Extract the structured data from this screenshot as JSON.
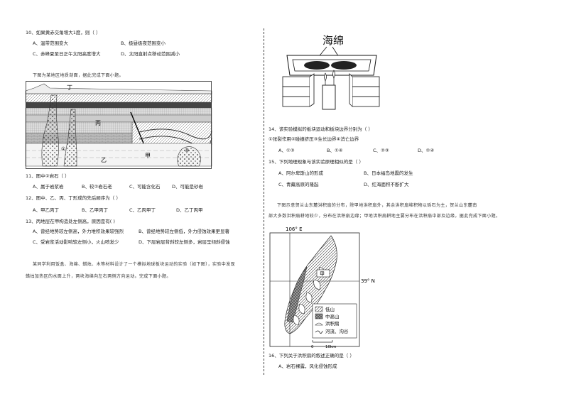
{
  "q10": {
    "stem": "10、如果黄赤交角增大1度，则（    ）",
    "options": {
      "A": "A、温带范围变大",
      "B": "B、极昼极夜范围变小",
      "C": "C、赤峰夏至日正午太阳高度增大",
      "D": "D、太阳直射点移动范围减小"
    }
  },
  "intro_section_1": "下图为某地区地质剖面，据此完成下面小题。",
  "geo_section_labels": {
    "ding": "丁",
    "bing": "丙",
    "yi": "乙",
    "jia": "甲",
    "m1": "①",
    "m2": "②"
  },
  "q11": {
    "stem": "11、图中②岩石（    ）",
    "options": {
      "A": "A、属于岩浆岩",
      "B": "B、较②岩石老",
      "C": "C、可能含化石",
      "D": "D、可能是砂岩"
    }
  },
  "q12": {
    "stem": "12、图中、乙、丙、丁形成的先后顺序为（    ）",
    "options": {
      "A": "A、甲乙丙丁",
      "B": "B、乙甲丙丁",
      "C": "C、乙丙甲丁",
      "D": "D、乙丁丙甲"
    }
  },
  "q13": {
    "stem": "13、丙地层在甲构造处左侧高，原因是有(    )",
    "options": {
      "A": "A、曾经地势较左侧高，外力堆积效果较强烈",
      "B": "B、曾经地势较左侧低，外力侵蚀效果更显著",
      "C": "C、受岩浆活动影响较左侧小，火山喷发少",
      "D": "D、下层岩层背斜较左侧多，岩层呈倾斜侵蚀"
    }
  },
  "intro_section_2": {
    "line1": "某同学利用饭盒、海绵、蜡烛、木等材料设计了一个模拟地球板块运动的实验（如下图），实验中发现",
    "line2": "蜡烛加热区的水面上升，两块海绵向左右两侧方向运动。完成下面小题。"
  },
  "experiment_label": "海绵",
  "q14": {
    "stem": "14、该实验模拟的板块运动和板块边界分别为（    ）",
    "choices": "①张裂作用②碰撞挤压③生长边界④消亡边界",
    "options": {
      "A": "A、①③",
      "B": "B、①④",
      "C": "C、②③",
      "D": "D、②④"
    }
  },
  "q15": {
    "stem": "15、下列地理现象与该实验原理相似的是（    ）",
    "options": {
      "A": "A、阿尔卑斯山的形成",
      "B": "B、日本福岛地震的发生",
      "C": "C、青藏高原的隆起",
      "D": "D、红海面积不断扩大"
    }
  },
  "intro_section_3": {
    "line1": "下图示意贺兰山东麓洪积扇的分布，除甲地洪积扇外，其余洪积扇堆积物以砾石为主，贺兰山东麓南",
    "line2": "部大多数洪积扇耕地较少，分布在洪积扇边缘；甲地洪积扇耕地主要分布在洪积扇中部及边缘，据此完成下面小题。"
  },
  "map_labels": {
    "lon": "106° E",
    "lat": "39° N",
    "jia": "甲",
    "legend": [
      "低山",
      "中高山",
      "洪积扇",
      "河流、沟谷"
    ],
    "scale_zero": "0",
    "scale_km": "10km"
  },
  "q16": {
    "stem": "16、下列关于洪积扇的叙述正确的是（    ）",
    "options": {
      "A": "A、岩石裸露，风化侵蚀形成"
    }
  }
}
